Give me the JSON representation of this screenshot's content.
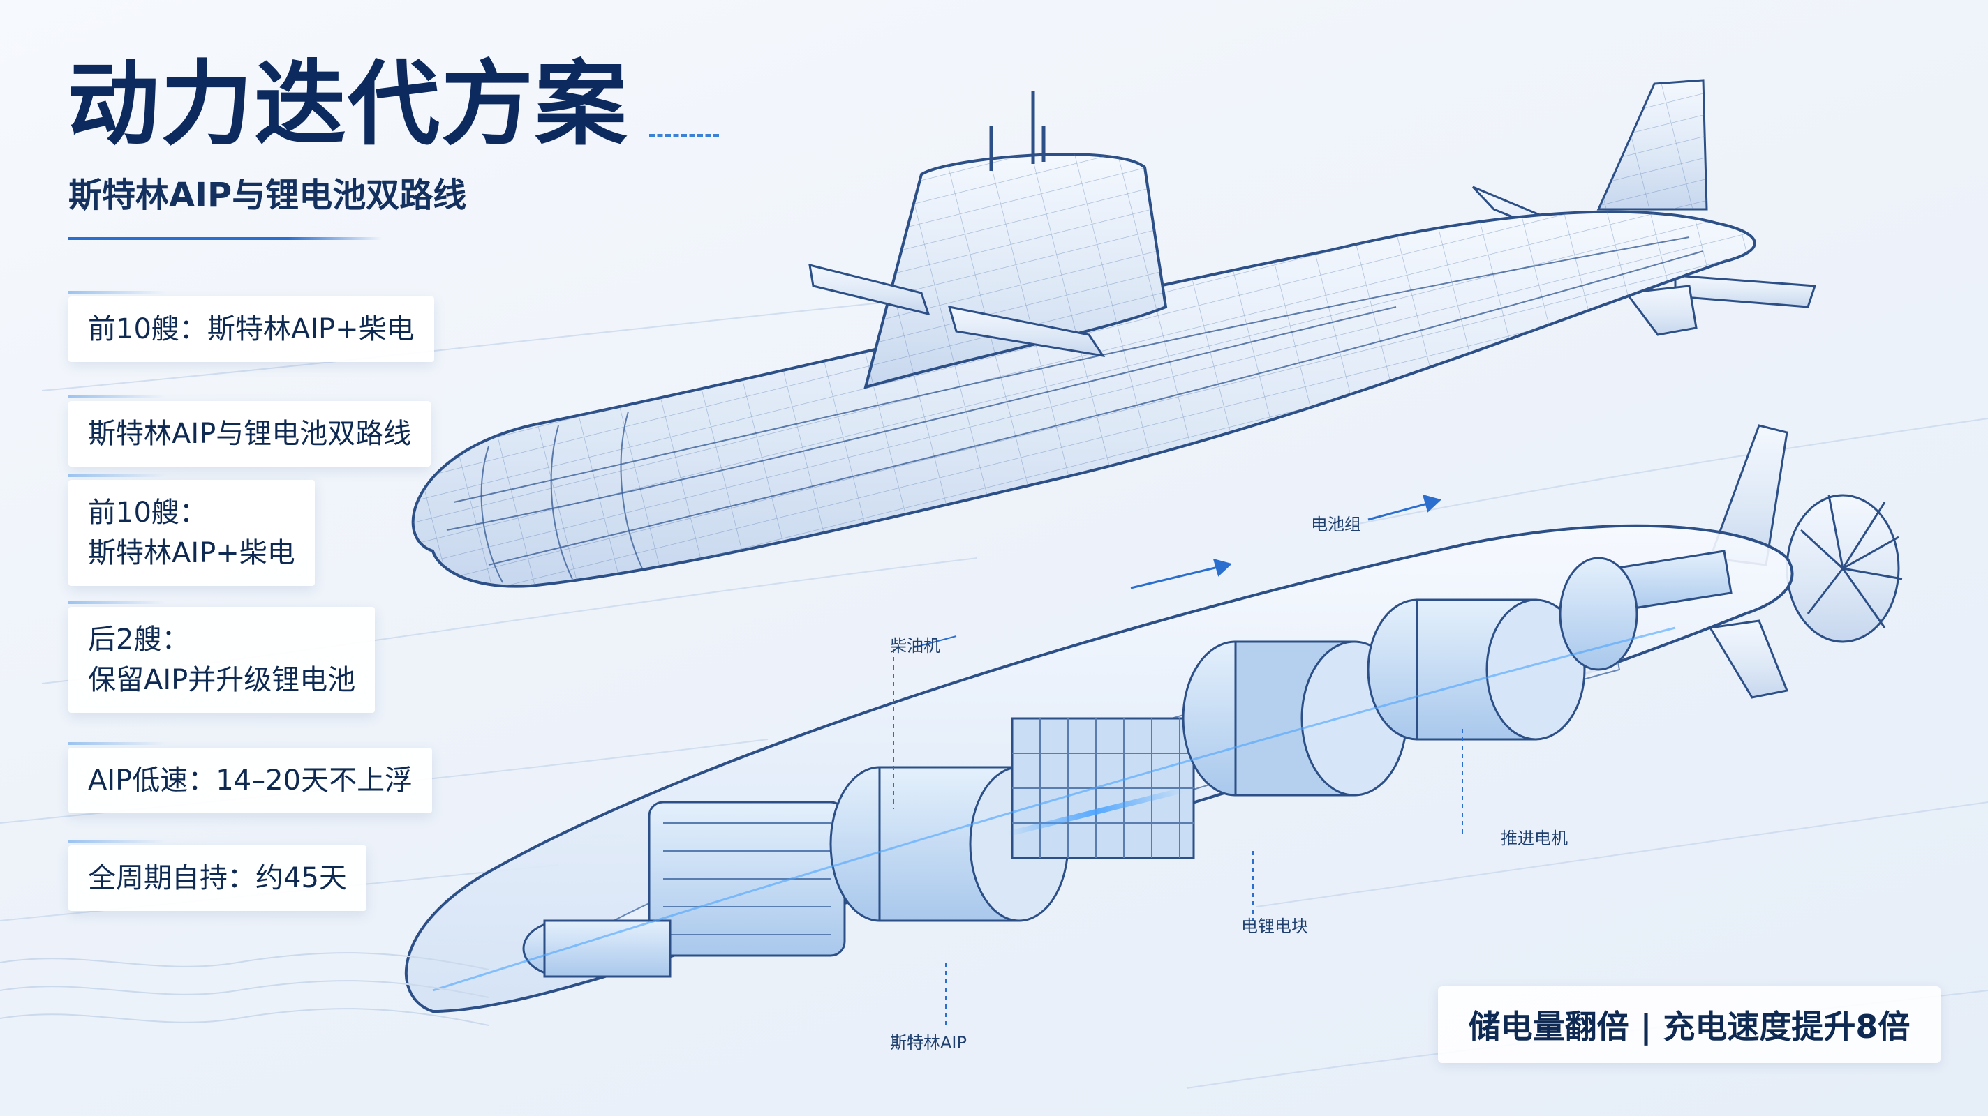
{
  "header": {
    "title": "动力迭代方案",
    "subtitle": "斯特林AIP与锂电池双路线"
  },
  "cards": [
    {
      "lines": [
        "前10艘：斯特林AIP+柴电"
      ]
    },
    {
      "lines": [
        "斯特林AIP与锂电池双路线"
      ]
    },
    {
      "lines": [
        "前10艘：",
        "斯特林AIP+柴电"
      ]
    },
    {
      "lines": [
        "后2艘：",
        "保留AIP并升级锂电池"
      ]
    },
    {
      "lines": [
        "AIP低速：14–20天不上浮"
      ]
    },
    {
      "lines": [
        "全周期自持：约45天"
      ]
    }
  ],
  "callouts": {
    "battery_pack": "电池组",
    "diesel_engine": "柴油机",
    "propulsion_motor": "推进电机",
    "lithium_battery": "电锂电块",
    "stirling_aip": "斯特林AIP"
  },
  "banner": "储电量翻倍 | 充电速度提升8倍",
  "colors": {
    "title": "#0d2a5e",
    "accent_blue": "#2a6fd0",
    "wireframe": "#2b4f86",
    "component_fill": "#bcd6f2"
  }
}
